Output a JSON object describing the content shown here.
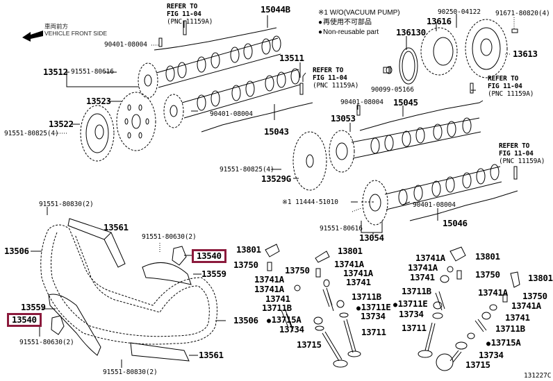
{
  "diagram": {
    "figure_id": "131227C",
    "vehicle_front": {
      "jp": "車両前方",
      "en": "VEHICLE FRONT SIDE"
    },
    "legend": {
      "note_w_o_vacuum_pump": "※1 W/O(VACUUM PUMP)",
      "non_reusable_jp": "再使用不可部品",
      "non_reusable_en": "Non-reusable part"
    },
    "refer_notes": [
      {
        "line1": "REFER TO",
        "line2": "FIG 11-04",
        "line3": "(PNC 11159A)"
      },
      {
        "line1": "REFER TO",
        "line2": "FIG 11-04",
        "line3": "(PNC 11159A)"
      },
      {
        "line1": "REFER TO",
        "line2": "FIG 11-04",
        "line3": "(PNC 11159A)"
      },
      {
        "line1": "REFER TO",
        "line2": "FIG 11-04",
        "line3": "(PNC 11159A)"
      }
    ],
    "highlight_color": "#8b1a3c",
    "parts": {
      "p15044B": "15044B",
      "p90401_top": "90401-08004",
      "p13512": "13512",
      "p91551_80616_a": "91551-80616",
      "p13511": "13511",
      "p13523": "13523",
      "p13522": "13522",
      "p91551_80825_a": "91551-80825(4)",
      "p90401_mid": "90401-08004",
      "p15043": "15043",
      "p90250": "90250-04122",
      "p91671": "91671-80820(4)",
      "p13616": "13616",
      "p136130": "136130",
      "p13613": "13613",
      "p90099": "90099-05166",
      "p90401_right": "90401-08004",
      "p15045": "15045",
      "p13053": "13053",
      "p91551_80825_b": "91551-80825(4)",
      "p13529G": "13529G",
      "p11444": "※1 11444-51010",
      "p91551_80616_b": "91551-80616",
      "p90401_low": "90401-08004",
      "p13054": "13054",
      "p15046": "15046",
      "p91551_80830_top": "91551-80830(2)",
      "p13561_top": "13561",
      "p13506_left": "13506",
      "p91551_80630_top": "91551-80630(2)",
      "p13540_top": "13540",
      "p13559_top": "13559",
      "p13559_left": "13559",
      "p13540_left": "13540",
      "p91551_80630_left": "91551-80630(2)",
      "p13506_right": "13506",
      "p13561_bottom": "13561",
      "p91551_80830_bottom": "91551-80830(2)",
      "m_13801_a": "13801",
      "m_13750_a": "13750",
      "m_13801_b": "13801",
      "m_13750_b": "13750",
      "m_13741A_a": "13741A",
      "m_13741A_b": "13741A",
      "m_13741_a": "13741",
      "m_13741A_c": "13741A",
      "m_13741A_d": "13741A",
      "m_13741_b": "13741",
      "m_13711B_a": "13711B",
      "m_13711B_b": "13711B",
      "m_13711E_a": "13711E",
      "m_13715A_a": "13715A",
      "m_13734_a": "13734",
      "m_13734_b": "13734",
      "m_13715_a": "13715",
      "m_13711_a": "13711",
      "r_13801_a": "13801",
      "r_13741A_a": "13741A",
      "r_13741A_b": "13741A",
      "r_13750_a": "13750",
      "r_13741_a": "13741",
      "r_13801_b": "13801",
      "r_13711B_a": "13711B",
      "r_13741A_c": "13741A",
      "r_13750_b": "13750",
      "r_13711E_a": "13711E",
      "r_13741A_d": "13741A",
      "r_13734_a": "13734",
      "r_13741_b": "13741",
      "r_13711_a": "13711",
      "r_13711B_b": "13711B",
      "r_13715A_a": "13715A",
      "r_13734_b": "13734",
      "r_13715_a": "13715"
    }
  }
}
